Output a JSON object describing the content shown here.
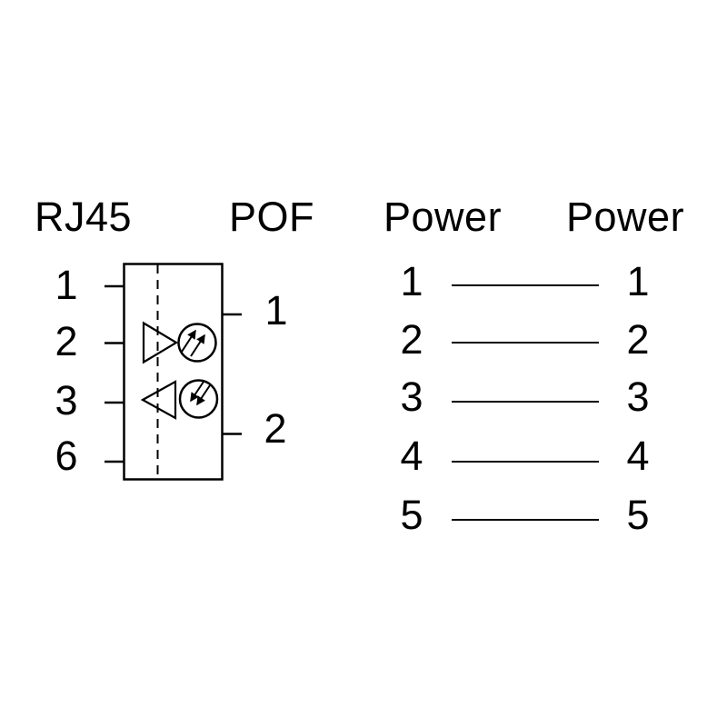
{
  "canvas": {
    "background": "#ffffff",
    "ink_color": "#000000"
  },
  "optical_block": {
    "rj45_header": "RJ45",
    "pof_header": "POF",
    "rj45_pins": [
      "1",
      "2",
      "3",
      "6"
    ],
    "pof_pins": [
      "1",
      "2"
    ],
    "symbols": {
      "transmit": "driver-triangle-with-led-emitter",
      "receive": "amplifier-triangle-with-photodiode",
      "emit_arrows_direction": "up-right-outgoing",
      "receive_arrows_direction": "down-left-incoming"
    }
  },
  "power_block": {
    "left_header": "Power",
    "right_header": "Power",
    "rows": [
      {
        "left": "1",
        "right": "1"
      },
      {
        "left": "2",
        "right": "2"
      },
      {
        "left": "3",
        "right": "3"
      },
      {
        "left": "4",
        "right": "4"
      },
      {
        "left": "5",
        "right": "5"
      }
    ]
  }
}
